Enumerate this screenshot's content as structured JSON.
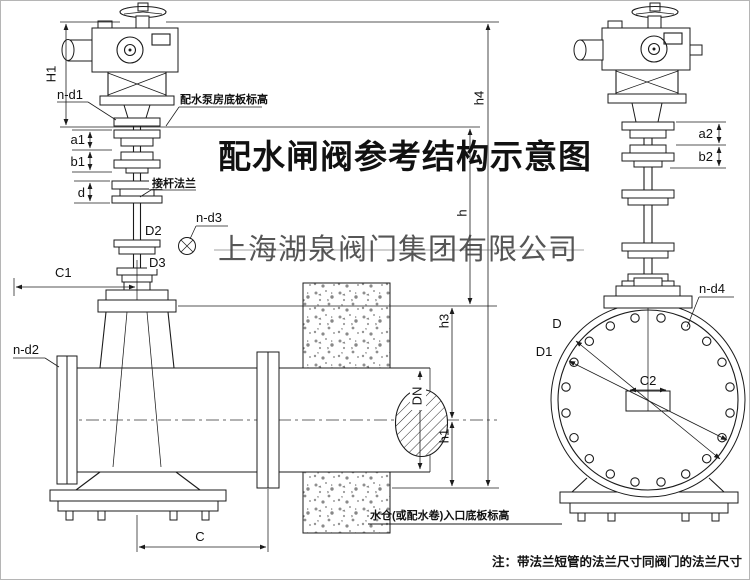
{
  "title": "配水闸阀参考结构示意图",
  "watermark": "上海湖泉阀门集团有限公司",
  "note": "注：带法兰短管的法兰尺寸同阀门的法兰尺寸",
  "annotations": {
    "pump_floor": "配水泵房底板标高",
    "rod_flange": "接杆法兰",
    "inlet_floor": "水仓(或配水卷)入口底板标高"
  },
  "dims": {
    "H1": "H1",
    "n_d1": "n-d1",
    "a1": "a1",
    "b1": "b1",
    "d": "d",
    "D2": "D2",
    "D3": "D3",
    "n_d3": "n-d3",
    "C1": "C1",
    "n_d2": "n-d2",
    "C": "C",
    "DN": "DN",
    "h1": "h1",
    "h3": "h3",
    "h": "h",
    "h4": "h4",
    "a2": "a2",
    "b2": "b2",
    "n_d4": "n-d4",
    "D": "D",
    "D1": "D1",
    "C2": "C2"
  },
  "colors": {
    "title": "#ff0000",
    "line": "#1b1b1b",
    "watermark": "#3f3f3f"
  }
}
